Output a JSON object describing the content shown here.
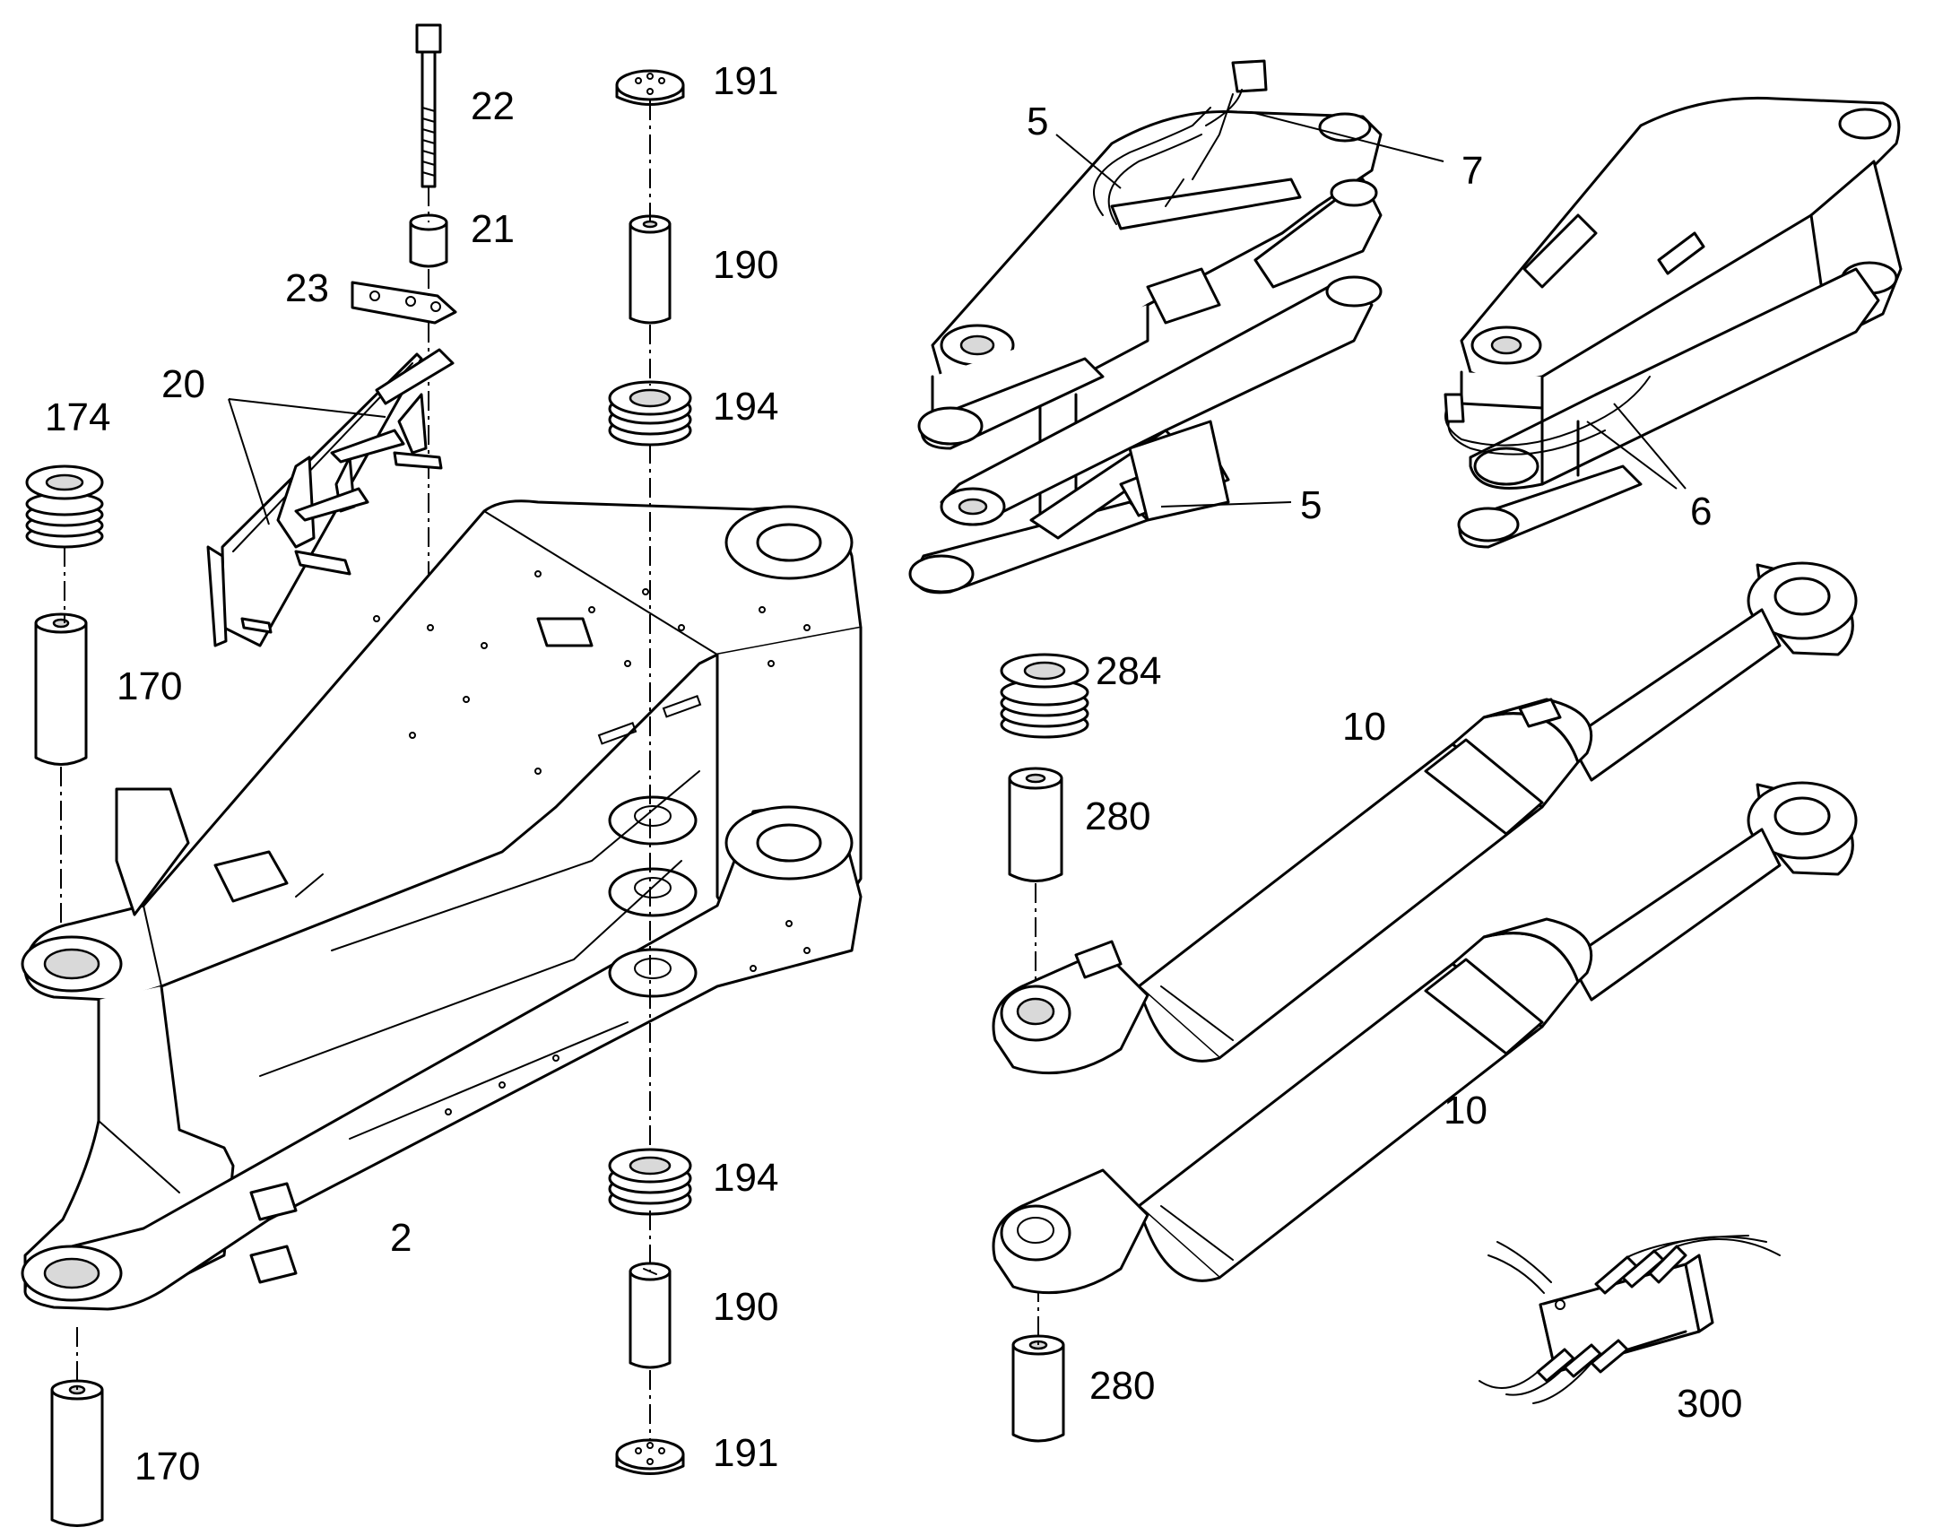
{
  "callouts": {
    "c22": "22",
    "c21": "21",
    "c23": "23",
    "c20": "20",
    "c174": "174",
    "c170_top": "170",
    "c170_bottom": "170",
    "c2": "2",
    "c191_top": "191",
    "c190_top": "190",
    "c194_top": "194",
    "c194_bottom": "194",
    "c190_bottom": "190",
    "c191_bottom": "191",
    "c5_top": "5",
    "c7": "7",
    "c5_bottom": "5",
    "c6": "6",
    "c284": "284",
    "c280_top": "280",
    "c10_top": "10",
    "c10_bottom": "10",
    "c280_bottom": "280",
    "c300": "300"
  }
}
